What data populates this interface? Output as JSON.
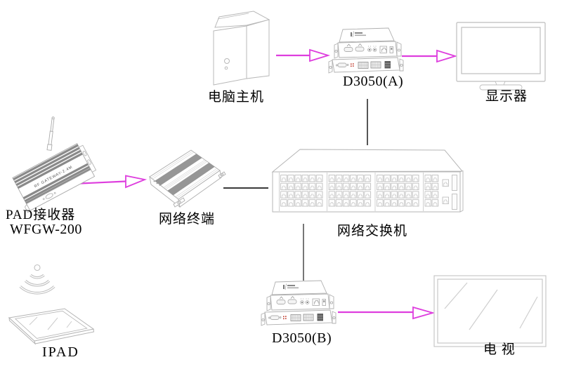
{
  "diagram": {
    "background": "#ffffff",
    "colors": {
      "arrow": "#DE3EDE",
      "connector_line": "#4a4a4a",
      "device_outline": "#b5b5b5",
      "text": "#000000"
    },
    "nodes": {
      "computer": {
        "label": "电脑主机",
        "type": "desktop-tower"
      },
      "d3050a": {
        "label": "D3050(A)",
        "type": "converter-box"
      },
      "monitor": {
        "label": "显示器",
        "type": "monitor"
      },
      "pad_receiver": {
        "label": "PAD接收器",
        "model": "WFGW-200",
        "marking": "RF GATEWAY-2.4M",
        "type": "rf-gateway-with-antenna"
      },
      "network_terminal": {
        "label": "网络终端",
        "type": "finned-terminal-box"
      },
      "network_switch": {
        "label": "网络交换机",
        "type": "rack-switch-multi-port"
      },
      "d3050b": {
        "label": "D3050(B)",
        "type": "converter-box"
      },
      "tv": {
        "label": "电 视",
        "type": "flat-tv"
      },
      "ipad": {
        "label": "IPAD",
        "type": "tablet-with-wifi"
      }
    },
    "connections": [
      {
        "from": "computer",
        "to": "d3050a",
        "style": "arrow",
        "color": "magenta"
      },
      {
        "from": "d3050a",
        "to": "monitor",
        "style": "arrow",
        "color": "magenta"
      },
      {
        "from": "d3050a",
        "to": "network_switch",
        "style": "line",
        "color": "dark-gray"
      },
      {
        "from": "pad_receiver",
        "to": "network_terminal",
        "style": "arrow",
        "color": "magenta"
      },
      {
        "from": "network_terminal",
        "to": "network_switch",
        "style": "line",
        "color": "dark-gray"
      },
      {
        "from": "network_switch",
        "to": "d3050b",
        "style": "line",
        "color": "dark-gray"
      },
      {
        "from": "d3050b",
        "to": "tv",
        "style": "arrow",
        "color": "magenta"
      }
    ]
  }
}
